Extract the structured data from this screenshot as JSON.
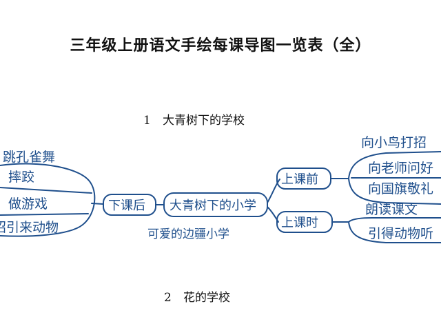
{
  "document": {
    "title": "三年级上册语文手绘每课导图一览表（全）",
    "lesson1": {
      "number": "1",
      "name": "大青树下的学校"
    },
    "lesson2": {
      "number": "2",
      "name": "花的学校"
    }
  },
  "mindmap": {
    "center": "大青树下的小学",
    "center_note": "可爱的边疆小学",
    "left_branch": {
      "label": "下课后",
      "items": [
        "跳孔雀舞",
        "摔跤",
        "做游戏",
        "招引来动物"
      ]
    },
    "right_top": {
      "label": "上课前",
      "intro": "向小鸟打招",
      "items": [
        "向老师问好",
        "向国旗敬礼"
      ]
    },
    "right_bottom": {
      "label": "上课时",
      "intro": "朗读课文",
      "items": [
        "引得动物听"
      ]
    },
    "ink_color": "#1f4f8c"
  }
}
